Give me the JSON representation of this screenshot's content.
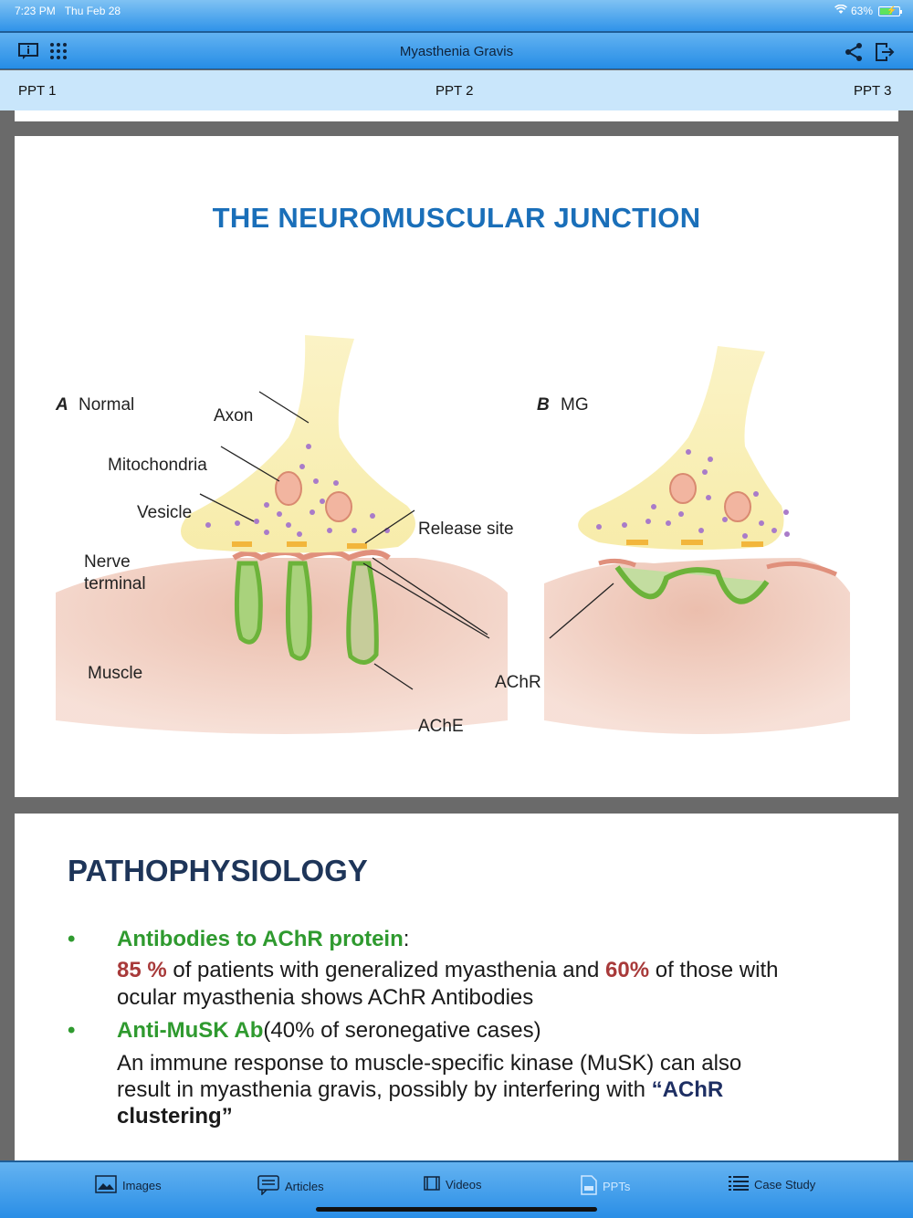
{
  "status": {
    "time": "7:23 PM",
    "date": "Thu Feb 28",
    "battery": "63%",
    "battery_level": 0.63
  },
  "nav": {
    "title": "Myasthenia Gravis"
  },
  "tabs": [
    "PPT 1",
    "PPT 2",
    "PPT 3"
  ],
  "slide1": {
    "title": "THE NEUROMUSCULAR JUNCTION",
    "labels": {
      "a_letter": "A",
      "a_normal": "Normal",
      "b_letter": "B",
      "b_mg": "MG",
      "axon": "Axon",
      "mitochondria": "Mitochondria",
      "vesicle": "Vesicle",
      "nerve": "Nerve",
      "terminal": "terminal",
      "release": "Release site",
      "muscle": "Muscle",
      "achr": "AChR",
      "ache": "AChE"
    }
  },
  "slide2": {
    "title": "PATHOPHYSIOLOGY",
    "b1_bullet": "•",
    "b1_head": "Antibodies to AChR protein",
    "b1_colon": ":",
    "b1_p1": "85 %",
    "b1_t1": " of patients with generalized myasthenia and ",
    "b1_p2": "60%",
    "b1_t2": " of those with",
    "b1_l2": "ocular myasthenia shows AChR Antibodies",
    "b2_bullet": "•",
    "b2_head": "Anti-MuSK Ab",
    "b2_rest": "(40% of seronegative cases)",
    "b2_l1": "An immune response to muscle-specific kinase (MuSK) can also",
    "b2_l2a": "result in myasthenia gravis, possibly by interfering with ",
    "b2_l2b": "“AChR",
    "b2_l3": "clustering”"
  },
  "bottom_tabs": {
    "images": "Images",
    "articles": "Articles",
    "videos": "Videos",
    "ppts": "PPTs",
    "case_study": "Case Study",
    "active": "PPTs"
  },
  "colors": {
    "bar_blue": "#2f93e9",
    "tab_light": "#c9e6fb",
    "slide_title_blue": "#1a6fb9",
    "green": "#2f9a2f",
    "red": "#a83a3a",
    "navy": "#1e2f63"
  }
}
